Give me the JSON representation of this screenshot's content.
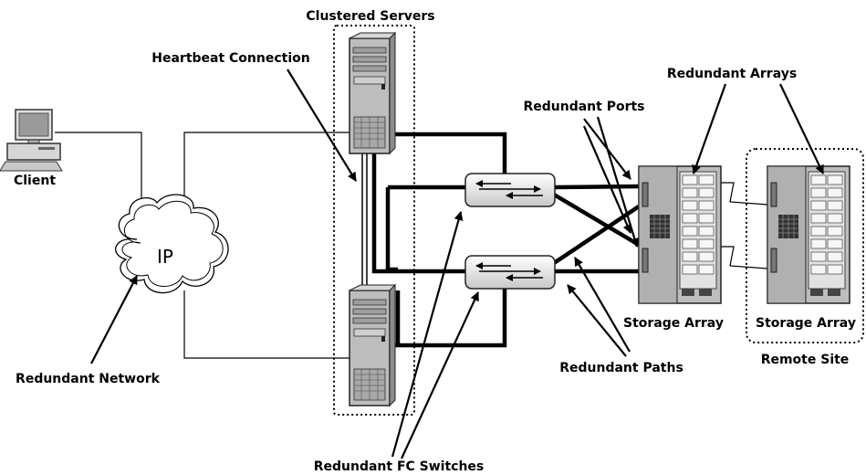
{
  "labels": {
    "clustered_servers": "Clustered Servers",
    "heartbeat_connection": "Heartbeat Connection",
    "client": "Client",
    "ip": "IP",
    "redundant_network": "Redundant Network",
    "redundant_ports": "Redundant Ports",
    "redundant_arrays": "Redundant Arrays",
    "storage_array_local": "Storage Array",
    "storage_array_remote": "Storage Array",
    "redundant_paths": "Redundant Paths",
    "remote_site": "Remote Site",
    "redundant_fc_switches": "Redundant FC Switches"
  },
  "colors": {
    "line": "#000000",
    "device_body": "#bdbdbd",
    "device_dark": "#8c8c8c",
    "cloud_fill": "#ffffff"
  }
}
